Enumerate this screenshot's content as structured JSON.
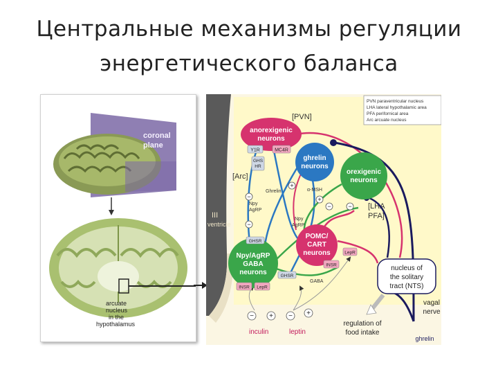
{
  "title": {
    "line1": "Центральные механизмы регуляции",
    "line2": "энергетического баланса"
  },
  "left": {
    "plane_label_1": "coronal",
    "plane_label_2": "plane",
    "nucleus_label": [
      "arcuate",
      "nucleus",
      "in the",
      "hypothalamus"
    ]
  },
  "legend": [
    "PVN paraventricular nucleus",
    "LHA lateral hypothalamic area",
    "PFA perifornical area",
    "Arc arcuate nucleus"
  ],
  "diagram": {
    "pvn": "[PVN]",
    "arc": "[Arc]",
    "lha_1": "[LHA",
    "lha_2": "PFA]",
    "ventricle_1": "III",
    "ventricle_2": "ventricle",
    "anorexigenic_1": "anorexigenic",
    "anorexigenic_2": "neurons",
    "ghrelin_n_1": "ghrelin",
    "ghrelin_n_2": "neurons",
    "orexigenic_1": "orexigenic",
    "orexigenic_2": "neurons",
    "pomc_1": "POMC/",
    "pomc_2": "CART",
    "pomc_3": "neurons",
    "npy_1": "Npy/AgRP",
    "npy_2": "GABA",
    "npy_3": "neurons",
    "nts_1": "nucleus of",
    "nts_2": "the solitary",
    "nts_3": "tract (NTS)",
    "y1r": "Y1R",
    "mc4r": "MC4R",
    "ghsr_top_1": "GHS",
    "ghsr_top_2": "HR",
    "ghsr_low": "GHSR",
    "ghsr_mid": "GHSR",
    "insr_1": "INSR",
    "lepr_1": "LepR",
    "insr_2": "INSR",
    "lepr_2": "LepR",
    "ghrelin_small": "Ghrelin",
    "amsh": "α-MSH",
    "npy_agrp_1a": "Npy",
    "npy_agrp_1b": "AgRP",
    "npy_agrp_2a": "Npy",
    "npy_agrp_2b": "AgRP",
    "gaba": "GABA",
    "insulin": "inculin",
    "leptin": "leptin",
    "reg_1": "regulation of",
    "reg_2": "food intake",
    "vagal_1": "vagal",
    "vagal_2": "nerve",
    "ghrelin_bottom": "ghrelin",
    "plus": "+",
    "minus": "−"
  },
  "colors": {
    "anorexigenic": "#d6336e",
    "orexigenic": "#3aa64a",
    "blue": "#2b78c2",
    "navy": "#1a1a5e",
    "background": "#fbf6e3",
    "ventricle": "#555555",
    "receptor": "#f2a7bf"
  }
}
